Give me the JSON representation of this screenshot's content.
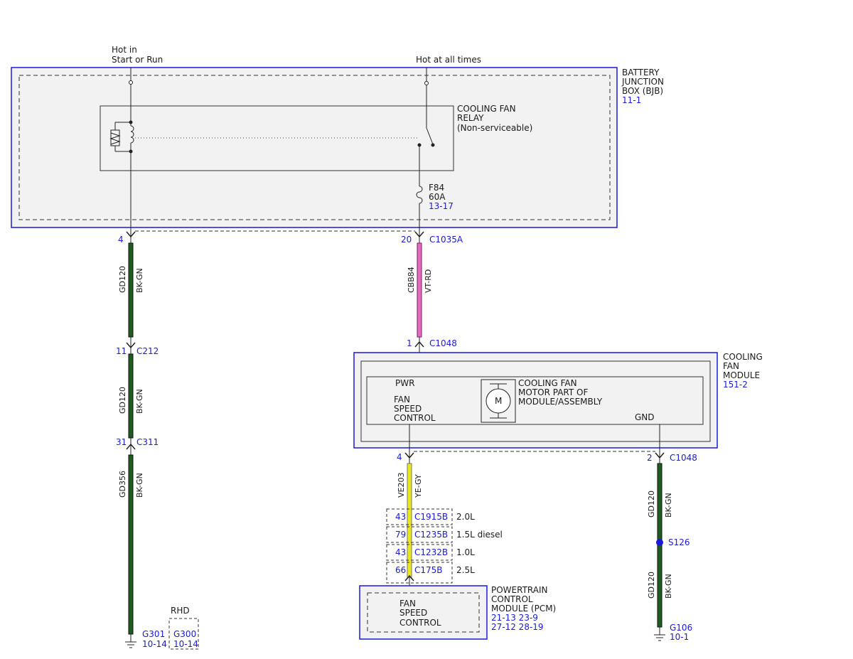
{
  "colors": {
    "blue": "#1a1ad8",
    "wire_black": "#1f1f1f",
    "wire_green": "#1f5c1f",
    "wire_violet": "#e06bc0",
    "wire_yellow": "#e8e81a",
    "box_fill": "#f2f2f2"
  },
  "power": {
    "hot_run_line1": "Hot in",
    "hot_run_line2": "Start or Run",
    "hot_all": "Hot at all times"
  },
  "bjb": {
    "line1": "BATTERY",
    "line2": "JUNCTION",
    "line3": "BOX (BJB)",
    "ref": "11-1"
  },
  "relay": {
    "line1": "COOLING FAN",
    "line2": "RELAY",
    "line3": "(Non-serviceable)"
  },
  "fuse": {
    "id": "F84",
    "rating": "60A",
    "ref": "13-17"
  },
  "left_wire": {
    "pin_top": "4",
    "seg1_circuit": "GD120",
    "seg1_color": "BK-GN",
    "pin_c212": "11",
    "conn_c212": "C212",
    "seg2_circuit": "GD120",
    "seg2_color": "BK-GN",
    "pin_c311": "31",
    "conn_c311": "C311",
    "seg3_circuit": "GD356",
    "seg3_color": "BK-GN",
    "ground": "G301",
    "ground_ref": "10-14",
    "rhd_label": "RHD",
    "rhd_ground": "G300",
    "rhd_ref": "10-14"
  },
  "fuse_wire": {
    "pin_top": "20",
    "conn_top": "C1035A",
    "circuit": "CBB84",
    "color": "VT-RD",
    "pin_bottom": "1",
    "conn_bottom": "C1048"
  },
  "fan_module": {
    "line1": "COOLING",
    "line2": "FAN",
    "line3": "MODULE",
    "ref": "151-2",
    "pwr": "PWR",
    "fsc_line1": "FAN",
    "fsc_line2": "SPEED",
    "fsc_line3": "CONTROL",
    "motor_line1": "COOLING FAN",
    "motor_line2": "MOTOR PART OF",
    "motor_line3": "MODULE/ASSEMBLY",
    "motor_symbol": "M",
    "gnd": "GND"
  },
  "control_wire": {
    "pin_top": "4",
    "circuit": "VE203",
    "color": "YE-GY",
    "variants": [
      {
        "pin": "43",
        "conn": "C1915B",
        "engine": "2.0L"
      },
      {
        "pin": "79",
        "conn": "C1235B",
        "engine": "1.5L diesel"
      },
      {
        "pin": "43",
        "conn": "C1232B",
        "engine": "1.0L"
      },
      {
        "pin": "66",
        "conn": "C175B",
        "engine": "2.5L"
      }
    ]
  },
  "pcm": {
    "line1": "POWERTRAIN",
    "line2": "CONTROL",
    "line3": "MODULE (PCM)",
    "ref_row1": "21-13  23-9",
    "ref_row2": "27-12  28-19",
    "fsc_line1": "FAN",
    "fsc_line2": "SPEED",
    "fsc_line3": "CONTROL"
  },
  "gnd_wire": {
    "pin_top": "2",
    "conn_top": "C1048",
    "seg1_circuit": "GD120",
    "seg1_color": "BK-GN",
    "splice": "S126",
    "seg2_circuit": "GD120",
    "seg2_color": "BK-GN",
    "ground": "G106",
    "ground_ref": "10-1"
  }
}
